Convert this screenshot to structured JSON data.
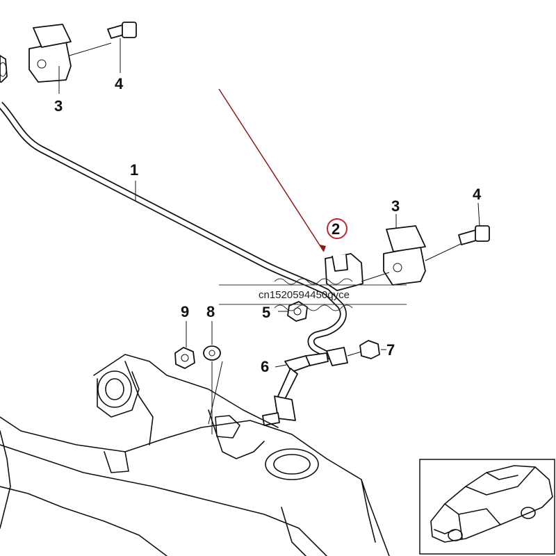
{
  "diagram": {
    "labels": {
      "bar": "1",
      "bushing": "2",
      "bracket_top": "3",
      "bolt_top": "4",
      "bracket_right": "3",
      "bolt_right": "4",
      "nut_5": "5",
      "link": "6",
      "nut_7": "7",
      "washer": "8",
      "nut_9": "9"
    },
    "watermark": "cn1520594450qyce",
    "highlight_color": "#c0272d",
    "arrow_color": "#8b1a1a"
  }
}
